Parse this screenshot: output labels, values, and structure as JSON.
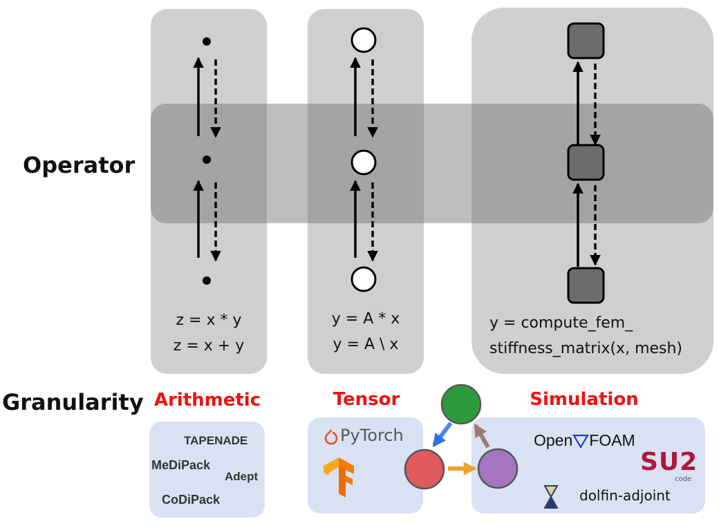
{
  "labels": {
    "operator": "Operator",
    "granularity": "Granularity"
  },
  "columns": [
    {
      "category": "Arithmetic",
      "node_style": "dot",
      "expressions": [
        "z = x * y",
        "z = x + y"
      ],
      "libraries": [
        "TAPENADE",
        "MeDiPack",
        "Adept",
        "CoDiPack"
      ]
    },
    {
      "category": "Tensor",
      "node_style": "circle",
      "expressions": [
        "y = A * x",
        "y = A \\ x"
      ],
      "libraries": [
        "PyTorch",
        "TensorFlow"
      ]
    },
    {
      "category": "Simulation",
      "node_style": "square",
      "expressions": [
        "y = compute_fem_",
        "stiffness_matrix(x, mesh)"
      ],
      "libraries": [
        "OpenFOAM",
        "SU2",
        "code",
        "dolfin-adjoint"
      ]
    }
  ],
  "logos": {
    "openfoam_open": "Open",
    "openfoam_foam": "FOAM",
    "su2": "SU2",
    "su2_sub": "code",
    "pytorch": "PyTorch"
  },
  "colors": {
    "panel": "#d0cfcf",
    "band": "#8d8987",
    "category_text": "#ee1111",
    "logo_box": "#d9e2f3",
    "graph_green": "#2e9a3e",
    "graph_red": "#e05b5b",
    "graph_purple": "#a775c0",
    "pytorch_orange": "#ee4c2c",
    "tensorflow_orange": "#f57c00",
    "openfoam_blue": "#1f3fbf",
    "su2_red": "#b0153a"
  }
}
